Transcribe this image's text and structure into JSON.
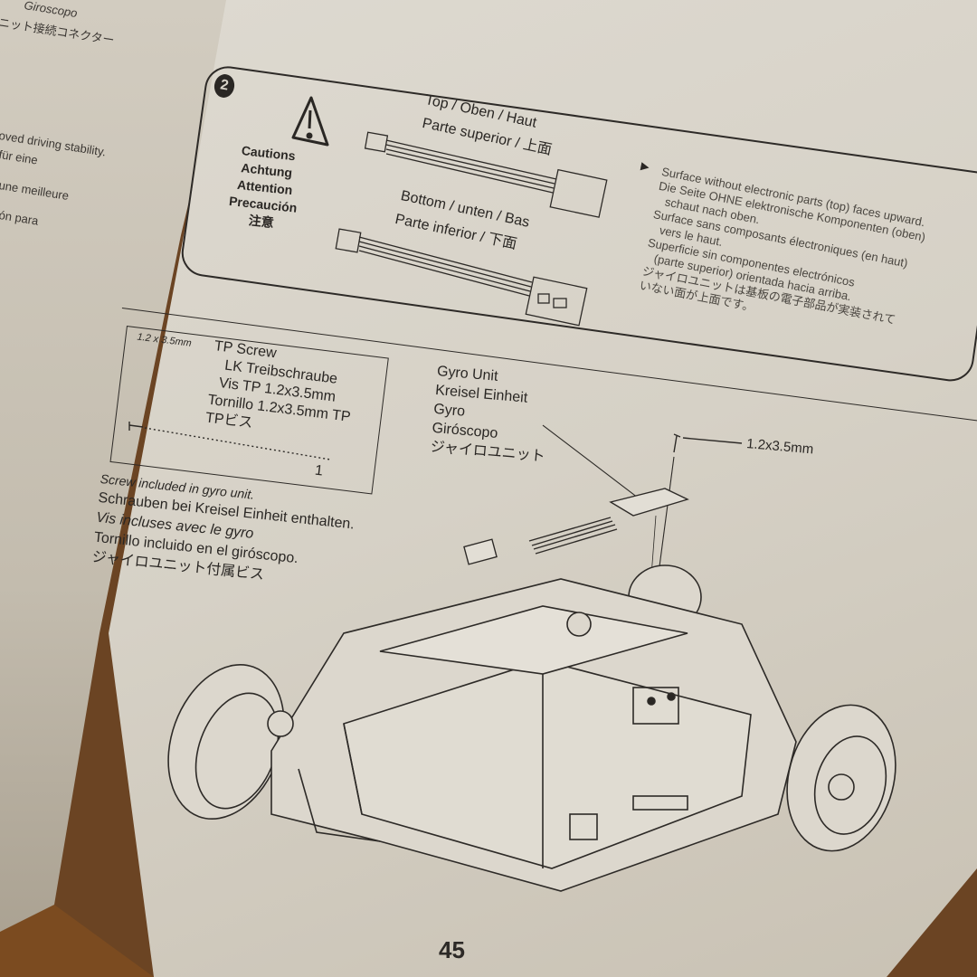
{
  "left_page": {
    "lines": [
      "Giroscopo",
      "ニット接続コネクター",
      "oved driving stability.",
      "für eine",
      "une meilleure",
      "ón para"
    ]
  },
  "step": {
    "number": "2"
  },
  "caution": {
    "labels": [
      "Cautions",
      "Achtung",
      "Attention",
      "Precaución",
      "注意"
    ],
    "top_label_1": "Top / Oben / Haut",
    "top_label_2": "Parte superior / 上面",
    "bottom_label_1": "Bottom / unten / Bas",
    "bottom_label_2": "Parte inferior / 下面",
    "notes": [
      "Surface without electronic parts (top) faces upward.",
      "Die Seite OHNE elektronische Komponenten (oben)",
      "schaut nach oben.",
      "Surface sans composants électroniques (en haut)",
      "vers le haut.",
      "Superficie sin componentes electrónicos",
      "(parte superior) orientada hacia arriba.",
      "ジャイロユニットは基板の電子部品が実装されて",
      "いない面が上面です。"
    ]
  },
  "parts": {
    "size": "1.2 x 3.5mm",
    "names": [
      "TP Screw",
      "LK Treibschraube",
      "Vis TP 1.2x3.5mm",
      "Tornillo 1.2x3.5mm TP",
      "TPビス"
    ],
    "quantity": "1"
  },
  "screw_note": [
    "Screw included in gyro unit.",
    "Schrauben bei Kreisel Einheit enthalten.",
    "Vis incluses avec le gyro",
    "Tornillo incluido en el giróscopo.",
    "ジャイロユニット付属ビス"
  ],
  "callout_gyro": [
    "Gyro Unit",
    "Kreisel Einheit",
    "Gyro",
    "Giróscopo",
    "ジャイロユニット"
  ],
  "callout_screw": "1.2x3.5mm",
  "page_number": "45"
}
